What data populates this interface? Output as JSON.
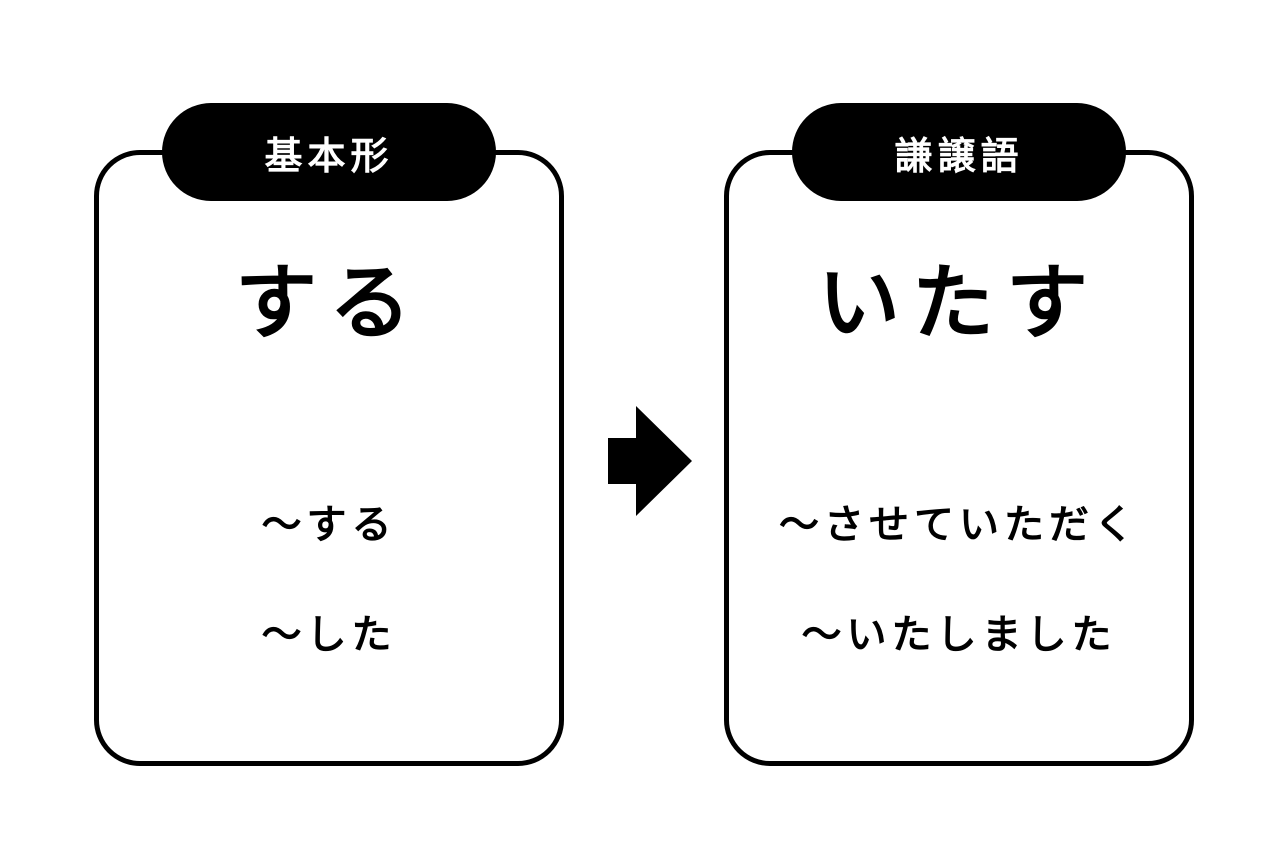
{
  "cards": [
    {
      "tab_label": "基本形",
      "main_word": "する",
      "forms": [
        "〜する",
        "〜した"
      ]
    },
    {
      "tab_label": "謙譲語",
      "main_word": "いたす",
      "forms": [
        "〜させていただく",
        "〜いたしました"
      ]
    }
  ],
  "arrow": {
    "icon": "arrow-right-icon",
    "color": "#000000"
  },
  "colors": {
    "background": "#ffffff",
    "foreground": "#000000",
    "tab_text": "#ffffff"
  }
}
